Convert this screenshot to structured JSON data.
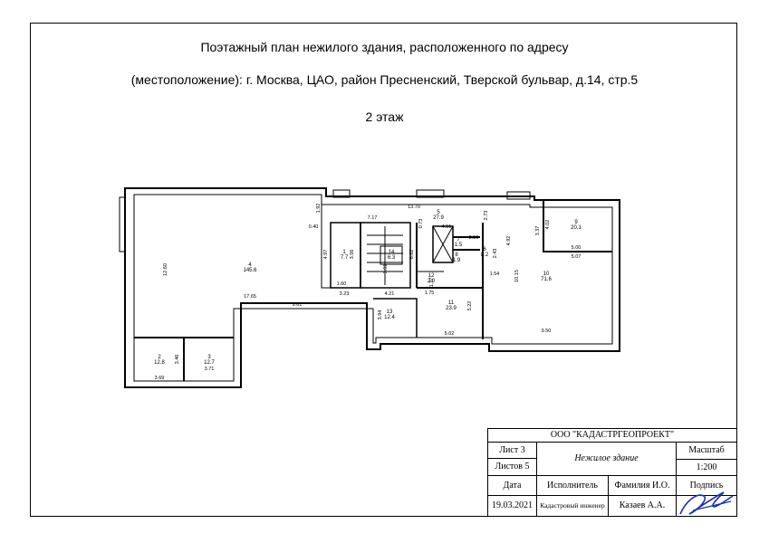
{
  "header": {
    "line1": "Поэтажный план нежилого здания, расположенного по адресу",
    "line2": "(местоположение): г. Москва, ЦАО, район Пресненский, Тверской бульвар, д.14, стр.5",
    "floor": "2 этаж"
  },
  "plan": {
    "rooms": [
      {
        "num": "4",
        "area": "145.6"
      },
      {
        "num": "2",
        "area": "12.8"
      },
      {
        "num": "3",
        "area": "12.7"
      },
      {
        "num": "1",
        "area": "7.7"
      },
      {
        "num": "14",
        "area": "6.3"
      },
      {
        "num": "5",
        "area": "27.9"
      },
      {
        "num": "7",
        "area": "1.5"
      },
      {
        "num": "8",
        "area": "1.9"
      },
      {
        "num": "6",
        "area": "8.2"
      },
      {
        "num": "9",
        "area": "20.1"
      },
      {
        "num": "10",
        "area": "71.6"
      },
      {
        "num": "12",
        "area": "2.0"
      },
      {
        "num": "11",
        "area": "23.9"
      },
      {
        "num": "13",
        "area": "12.4"
      }
    ],
    "dimensions": [
      "12.60",
      "17.65",
      "9.61",
      "1.60",
      "3.23",
      "4.21",
      "1.75",
      "7.17",
      "13.70",
      "1.92",
      "0.40",
      "4.97",
      "3.56",
      "3.91",
      "6.82",
      "0.73",
      "4.51",
      "2.50",
      "2.73",
      "2.43",
      "4.92",
      "1.37",
      "1.54",
      "5.22",
      "10.15",
      "3.37",
      "4.02",
      "5.00",
      "5.07",
      "9.50",
      "5.02",
      "3.94",
      "3.69",
      "3.46",
      "3.71"
    ]
  },
  "stamp": {
    "org": "ООО  \"КАДАСТРГЕОПРОЕКТ\"",
    "sheet": "Лист 3",
    "sheets": "Листов 5",
    "object": "Нежилое здание",
    "scale_label": "Масштаб",
    "scale_value": "1:200",
    "date_label": "Дата",
    "executor_label": "Исполнитель",
    "name_label": "Фамилия И.О.",
    "sign_label": "Подпись",
    "date_value": "19.03.2021",
    "role_value": "Кадастровый инженер",
    "name_value": "Казаев А.А."
  }
}
